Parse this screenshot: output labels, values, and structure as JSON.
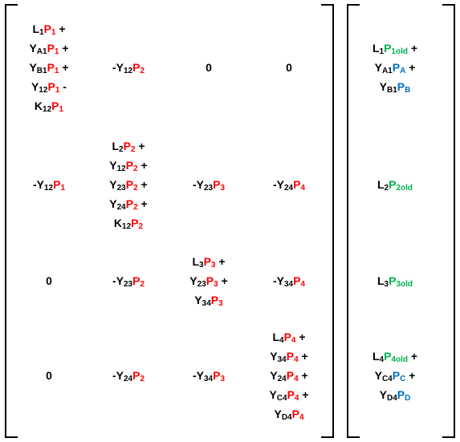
{
  "colors": {
    "black": "#000000",
    "red": "#ff0000",
    "green": "#00b050",
    "blue": "#0070c0"
  },
  "matrix": {
    "rows": [
      [
        {
          "lines": [
            [
              [
                "L",
                "1",
                "k"
              ],
              [
                "P",
                "1",
                "r"
              ],
              [
                " +",
                "",
                "k"
              ]
            ],
            [
              [
                "Y",
                "A1",
                "k"
              ],
              [
                "P",
                "1",
                "r"
              ],
              [
                " +",
                "",
                "k"
              ]
            ],
            [
              [
                "Y",
                "B1",
                "k"
              ],
              [
                "P",
                "1",
                "r"
              ],
              [
                " +",
                "",
                "k"
              ]
            ],
            [
              [
                "Y",
                "12",
                "k"
              ],
              [
                "P",
                "1",
                "r"
              ],
              [
                " -",
                "",
                "k"
              ]
            ],
            [
              [
                "K",
                "12",
                "k"
              ],
              [
                "P",
                "1",
                "r"
              ]
            ]
          ]
        },
        {
          "lines": [
            [
              [
                "-Y",
                "12",
                "k"
              ],
              [
                "P",
                "2",
                "r"
              ]
            ]
          ]
        },
        {
          "lines": [
            [
              [
                "0",
                "",
                "k"
              ]
            ]
          ]
        },
        {
          "lines": [
            [
              [
                "0",
                "",
                "k"
              ]
            ]
          ]
        }
      ],
      [
        {
          "lines": [
            [
              [
                "-Y",
                "12",
                "k"
              ],
              [
                "P",
                "1",
                "r"
              ]
            ]
          ]
        },
        {
          "lines": [
            [
              [
                "L",
                "2",
                "k"
              ],
              [
                "P",
                "2",
                "r"
              ],
              [
                " +",
                "",
                "k"
              ]
            ],
            [
              [
                "Y",
                "12",
                "k"
              ],
              [
                "P",
                "2",
                "r"
              ],
              [
                " +",
                "",
                "k"
              ]
            ],
            [
              [
                "Y",
                "23",
                "k"
              ],
              [
                "P",
                "2",
                "r"
              ],
              [
                " +",
                "",
                "k"
              ]
            ],
            [
              [
                "Y",
                "24",
                "k"
              ],
              [
                "P",
                "2",
                "r"
              ],
              [
                " +",
                "",
                "k"
              ]
            ],
            [
              [
                "K",
                "12",
                "k"
              ],
              [
                "P",
                "2",
                "r"
              ]
            ]
          ]
        },
        {
          "lines": [
            [
              [
                "-Y",
                "23",
                "k"
              ],
              [
                "P",
                "3",
                "r"
              ]
            ]
          ]
        },
        {
          "lines": [
            [
              [
                "-Y",
                "24",
                "k"
              ],
              [
                "P",
                "4",
                "r"
              ]
            ]
          ]
        }
      ],
      [
        {
          "lines": [
            [
              [
                "0",
                "",
                "k"
              ]
            ]
          ]
        },
        {
          "lines": [
            [
              [
                "-Y",
                "23",
                "k"
              ],
              [
                "P",
                "2",
                "r"
              ]
            ]
          ]
        },
        {
          "lines": [
            [
              [
                "L",
                "3",
                "k"
              ],
              [
                "P",
                "3",
                "r"
              ],
              [
                " +",
                "",
                "k"
              ]
            ],
            [
              [
                "Y",
                "23",
                "k"
              ],
              [
                "P",
                "3",
                "r"
              ],
              [
                " +",
                "",
                "k"
              ]
            ],
            [
              [
                "Y",
                "34",
                "k"
              ],
              [
                "P",
                "3",
                "r"
              ]
            ]
          ]
        },
        {
          "lines": [
            [
              [
                "-Y",
                "34",
                "k"
              ],
              [
                "P",
                "4",
                "r"
              ]
            ]
          ]
        }
      ],
      [
        {
          "lines": [
            [
              [
                "0",
                "",
                "k"
              ]
            ]
          ]
        },
        {
          "lines": [
            [
              [
                "-Y",
                "24",
                "k"
              ],
              [
                "P",
                "2",
                "r"
              ]
            ]
          ]
        },
        {
          "lines": [
            [
              [
                "-Y",
                "34",
                "k"
              ],
              [
                "P",
                "3",
                "r"
              ]
            ]
          ]
        },
        {
          "lines": [
            [
              [
                "L",
                "4",
                "k"
              ],
              [
                "P",
                "4",
                "r"
              ],
              [
                " +",
                "",
                "k"
              ]
            ],
            [
              [
                "Y",
                "34",
                "k"
              ],
              [
                "P",
                "4",
                "r"
              ],
              [
                " +",
                "",
                "k"
              ]
            ],
            [
              [
                "Y",
                "24",
                "k"
              ],
              [
                "P",
                "4",
                "r"
              ],
              [
                " +",
                "",
                "k"
              ]
            ],
            [
              [
                "Y",
                "C4",
                "k"
              ],
              [
                "P",
                "4",
                "r"
              ],
              [
                " +",
                "",
                "k"
              ]
            ],
            [
              [
                "Y",
                "D4",
                "k"
              ],
              [
                "P",
                "4",
                "r"
              ]
            ]
          ]
        }
      ]
    ]
  },
  "vector": {
    "rows": [
      {
        "lines": [
          [
            [
              "L",
              "1",
              "k"
            ],
            [
              "P",
              "1old",
              "g"
            ],
            [
              " +",
              "",
              "k"
            ]
          ],
          [
            [
              "Y",
              "A1",
              "k"
            ],
            [
              "P",
              "A",
              "b"
            ],
            [
              " +",
              "",
              "k"
            ]
          ],
          [
            [
              "Y",
              "B1",
              "k"
            ],
            [
              "P",
              "B",
              "b"
            ]
          ]
        ]
      },
      {
        "lines": [
          [
            [
              "L",
              "2",
              "k"
            ],
            [
              "P",
              "2old",
              "g"
            ]
          ]
        ]
      },
      {
        "lines": [
          [
            [
              "L",
              "3",
              "k"
            ],
            [
              "P",
              "3old",
              "g"
            ]
          ]
        ]
      },
      {
        "lines": [
          [
            [
              "L",
              "4",
              "k"
            ],
            [
              "P",
              "4old",
              "g"
            ],
            [
              " +",
              "",
              "k"
            ]
          ],
          [
            [
              "Y",
              "C4",
              "k"
            ],
            [
              "P",
              "C",
              "b"
            ],
            [
              " +",
              "",
              "k"
            ]
          ],
          [
            [
              "Y",
              "D4",
              "k"
            ],
            [
              "P",
              "D",
              "b"
            ]
          ]
        ]
      }
    ]
  }
}
